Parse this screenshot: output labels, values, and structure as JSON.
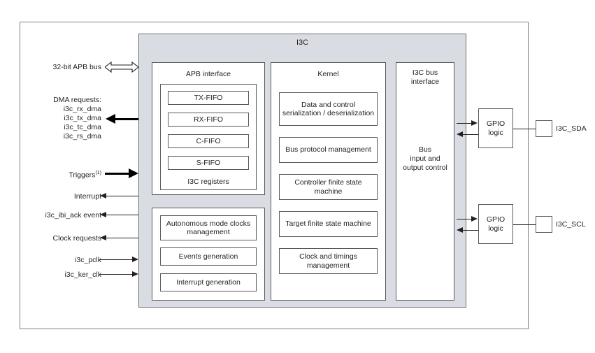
{
  "diagram": {
    "title": "I3C",
    "columns": {
      "apb_interface": "APB interface",
      "kernel": "Kernel",
      "bus_interface_line1": "I3C bus",
      "bus_interface_line2": "interface",
      "bus_control_line1": "Bus",
      "bus_control_line2": "input and",
      "bus_control_line3": "output control"
    },
    "apb": {
      "fifos": [
        "TX-FIFO",
        "RX-FIFO",
        "C-FIFO",
        "S-FIFO"
      ],
      "registers_label": "I3C registers"
    },
    "misc_blocks": [
      "Autonomous mode clocks management",
      "Events generation",
      "Interrupt generation"
    ],
    "kernel_blocks": [
      "Data and control serialization / deserialization",
      "Bus protocol management",
      "Controller finite state machine",
      "Target finite state machine",
      "Clock and timings management"
    ],
    "left_signals": {
      "apb_bus": "32-bit APB bus",
      "dma_title": "DMA requests:",
      "dma_lines": [
        "i3c_rx_dma",
        "i3c_tx_dma",
        "i3c_tc_dma",
        "i3c_rs_dma"
      ],
      "triggers": "Triggers",
      "triggers_superscript": "(1)",
      "interrupt": "Interrupt",
      "ibi_ack": "i3c_ibi_ack event",
      "clock_requests": "Clock requests",
      "pclk": "i3c_pclk",
      "ker_clk": "i3c_ker_clk"
    },
    "gpio": {
      "line1": "GPIO",
      "line2": "logic"
    },
    "pads": {
      "sda": "I3C_SDA",
      "scl": "I3C_SCL"
    },
    "colors": {
      "block_fill": "#d9dde3",
      "border": "#58595b",
      "text": "#231f20",
      "background": "#ffffff"
    }
  }
}
